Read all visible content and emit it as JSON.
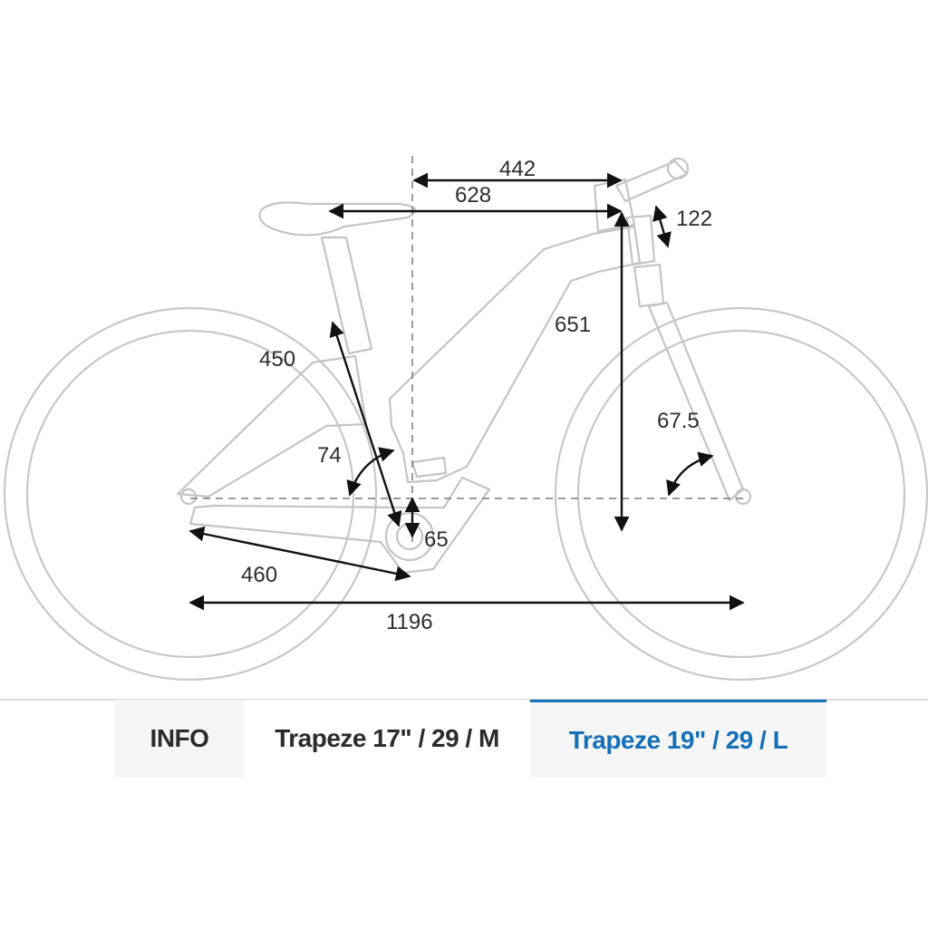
{
  "geometry": {
    "dimensions": {
      "reach": "442",
      "top_tube": "628",
      "head_tube": "122",
      "stack": "651",
      "seat_tube": "450",
      "head_angle": "67.5",
      "seat_angle": "74",
      "bb_drop": "65",
      "chainstay": "460",
      "wheelbase": "1196"
    }
  },
  "tabs": [
    {
      "label": "INFO",
      "active": false
    },
    {
      "label": "Trapeze 17\" / 29 / M",
      "active": false
    },
    {
      "label": "Trapeze 19\" / 29 / L",
      "active": true
    }
  ],
  "colors": {
    "active_tab": "#1570b8",
    "frame_outline": "#c4c4c4",
    "dimension_arrows": "#111111"
  }
}
